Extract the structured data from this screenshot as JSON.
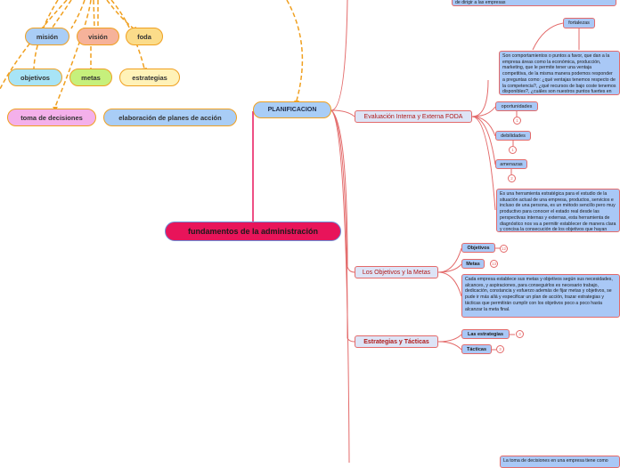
{
  "root": {
    "label": "fundamentos de la administración"
  },
  "left_map": {
    "mision": "misión",
    "vision": "visión",
    "foda": "foda",
    "objetivos": "objetivos",
    "metas": "metas",
    "estrategias": "estrategias",
    "toma_decisiones": "toma de decisiones",
    "elaboracion": "elaboración de planes de acción"
  },
  "planificacion": {
    "label": "PLANIFICACION"
  },
  "top_fragment": "de dirigir a las empresas",
  "foda_branch": {
    "label": "Evaluación Interna y Externa FODA",
    "fortalezas": {
      "label": "fortalezas",
      "text": "Son comportamientos o puntos a favor, que dan a la empresa áreas como la económica, producción, marketing, que le permite tener una ventaja competitiva, de la misma manera podemos responder a preguntas como: ¿qué ventajas tenemos respecto de la competencia?, ¿qué recursos de bajo coste tenemos disponibles?, ¿cuáles son nuestros puntos fuertes en producto, servicio, distribución o marca?"
    },
    "oportunidades": {
      "label": "oportunidades",
      "badge": "1"
    },
    "debilidades": {
      "label": "debilidades",
      "badge": "1"
    },
    "amenazas": {
      "label": "amenazas",
      "badge": "2"
    },
    "description": "Es una herramienta estratégica para el estudio de la situación actual de una empresa, productos, servicios e incluso de una persona, es un método sencillo pero muy productivo para conocer el estado real desde las perspectivas internas y externas, esta herramienta de diagnóstico nos va a permitir establecer de manera clara y concisa la consecución de los objetivos que hayan planteado."
  },
  "objetivos_branch": {
    "label": "Los Objetivos y la Metas",
    "objetivos": {
      "label": "Objetivos",
      "badge": "12"
    },
    "metas": {
      "label": "Metas",
      "badge": "13"
    },
    "description": "Cada empresa establece sus metas y objetivos según sus necesidades, alcances, y aspiraciones, para conseguirlos es necesario trabajo, dedicación, constancia y esfuerzo además de fijar metas y objetivos, se pude ir más allá y especificar un plan de acción, trazar estrategias y tácticas que permitirán cumplir con los objetivos poco a poco hasta alcanzar la meta final."
  },
  "estrategias_branch": {
    "label": "Estrategias y Tácticas",
    "estrategias": {
      "label": "Las estrategias",
      "badge": "3"
    },
    "tacticas": {
      "label": "Tácticas",
      "badge": "3"
    }
  },
  "bottom_fragment": "La toma de decisiones en una empresa tiene como"
}
